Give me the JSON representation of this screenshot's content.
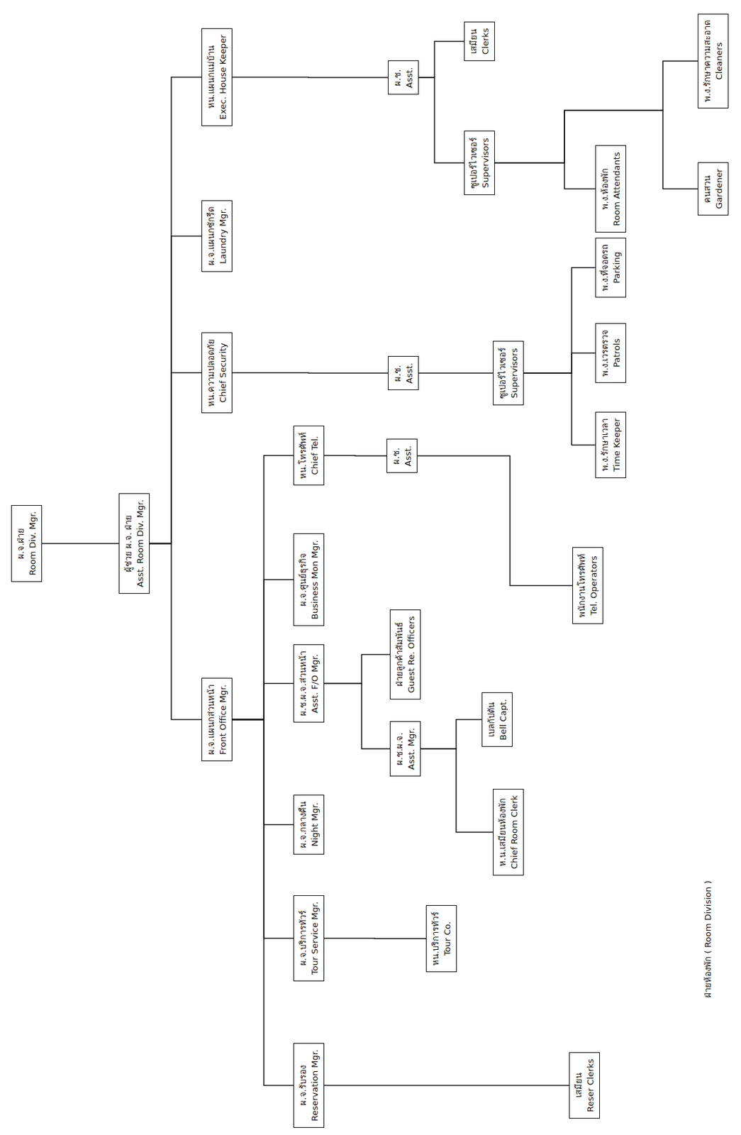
{
  "diagram": {
    "caption": "ฝ่ายห้องพัก ( Room Division )",
    "nodes": [
      {
        "text": [
          "ผ.จ.ฝ่าย",
          "Room Div. Mgr."
        ]
      },
      {
        "text": [
          "ผู้ช่วย ผ.จ. ฝ่าย",
          "Asst. Room Div. Mgr."
        ]
      },
      {
        "text": [
          "ผ.จ.แผนกส่วนหน้า",
          "Front Office Mgr."
        ]
      },
      {
        "text": [
          "หน.ความปลอดภัย",
          "Chief Security"
        ]
      },
      {
        "text": [
          "ผ.จ.แผนกซักรีด",
          "Laundry Mgr."
        ]
      },
      {
        "text": [
          "หน.แผนกแม่บ้าน",
          "Exec. House Keeper"
        ]
      },
      {
        "text": [
          "ผ.จ.รับรอง",
          "Reservation Mgr."
        ]
      },
      {
        "text": [
          "ผ.จ.บริการทัวร์",
          "Tour Service Mgr."
        ]
      },
      {
        "text": [
          "ผ.จ.กลางคืน",
          "Night Mgr."
        ]
      },
      {
        "text": [
          "ผ.ช.ผ.จ.ส่วนหน้า",
          "Asst. F/O Mgr."
        ]
      },
      {
        "text": [
          "ผ.จ.ศูนย์ธุรกิจ",
          "Business Mon Mgr."
        ]
      },
      {
        "text": [
          "หน.โทรศัพท์",
          "Chief Tel."
        ]
      },
      {
        "text": [
          "ผ.ช.",
          "Asst."
        ]
      },
      {
        "text": [
          "ผ.ช.",
          "Asst."
        ]
      },
      {
        "text": [
          "หน.บริการทัวร์",
          "Tour Co."
        ]
      },
      {
        "text": [
          "ผ.ช.ผ.จ.",
          "Asst. Mgr."
        ]
      },
      {
        "text": [
          "ฝ่ายลูกค้าสัมพันธ์",
          "Guest Re. Officers"
        ]
      },
      {
        "text": [
          "ผ.ช.",
          "Asst."
        ]
      },
      {
        "text": [
          "ซูเปอร์ไวเซอร์",
          "Supervisors"
        ]
      },
      {
        "text": [
          "เสมียน",
          "Clerks"
        ]
      },
      {
        "text": [
          "ซูเปอร์ไวเซอร์",
          "Supervisors"
        ]
      },
      {
        "text": [
          "ห.น.เสมียนห้องพัก",
          "Chief Room Clerk"
        ]
      },
      {
        "text": [
          "เบลกัปตัน",
          "Bell Capt."
        ]
      },
      {
        "text": [
          "เสมียน",
          "Reser Clerks"
        ]
      },
      {
        "text": [
          "พนักงานโทรศัพท์",
          "Tel. Operators"
        ]
      },
      {
        "text": [
          "พ.ง.รักษาเวลา",
          "Time Keeper"
        ]
      },
      {
        "text": [
          "พ.ง.เวรตรวจ",
          "Patrols"
        ]
      },
      {
        "text": [
          "พ.ง.ที่จอดรถ",
          "Parking"
        ]
      },
      {
        "text": [
          "พ.ง.ห้องพัก",
          "Room Attendants"
        ]
      },
      {
        "text": [
          "คนสวน",
          "Gardener"
        ]
      },
      {
        "text": [
          "พ.ง.รักษาความสะอาด",
          "Cleaners"
        ]
      }
    ],
    "edges": [
      {
        "from": 0,
        "to": 1,
        "arrow": "none"
      },
      {
        "from": 1,
        "to": 2,
        "arrow": "none"
      },
      {
        "from": 1,
        "to": 3,
        "arrow": "none"
      },
      {
        "from": 1,
        "to": 4,
        "arrow": "none"
      },
      {
        "from": 1,
        "to": 5,
        "arrow": "none"
      },
      {
        "from": 2,
        "to": 6,
        "arrow": "none"
      },
      {
        "from": 2,
        "to": 7,
        "arrow": "none"
      },
      {
        "from": 2,
        "to": 8,
        "arrow": "none"
      },
      {
        "from": 2,
        "to": 9,
        "arrow": "none"
      },
      {
        "from": 2,
        "to": 10,
        "arrow": "none"
      },
      {
        "from": 2,
        "to": 11,
        "arrow": "none"
      },
      {
        "from": 3,
        "to": 12,
        "arrow": "none"
      },
      {
        "from": 5,
        "to": 13,
        "arrow": "none"
      },
      {
        "from": 7,
        "to": 14,
        "arrow": "none"
      },
      {
        "from": 9,
        "to": 15,
        "arrow": "none"
      },
      {
        "from": 9,
        "to": 16,
        "arrow": "none"
      },
      {
        "from": 11,
        "to": 17,
        "arrow": "none"
      },
      {
        "from": 12,
        "to": 18,
        "arrow": "none"
      },
      {
        "from": 13,
        "to": 19,
        "arrow": "none"
      },
      {
        "from": 13,
        "to": 20,
        "arrow": "none"
      },
      {
        "from": 15,
        "to": 21,
        "arrow": "none"
      },
      {
        "from": 15,
        "to": 22,
        "arrow": "none"
      },
      {
        "from": 6,
        "to": 23,
        "arrow": "none"
      },
      {
        "from": 17,
        "to": 24,
        "arrow": "none"
      },
      {
        "from": 18,
        "to": 25,
        "arrow": "none"
      },
      {
        "from": 18,
        "to": 26,
        "arrow": "none"
      },
      {
        "from": 18,
        "to": 27,
        "arrow": "none"
      },
      {
        "from": 20,
        "to": 28,
        "arrow": "none"
      },
      {
        "from": 20,
        "to": 29,
        "arrow": "none"
      },
      {
        "from": 20,
        "to": 30,
        "arrow": "none"
      }
    ]
  }
}
